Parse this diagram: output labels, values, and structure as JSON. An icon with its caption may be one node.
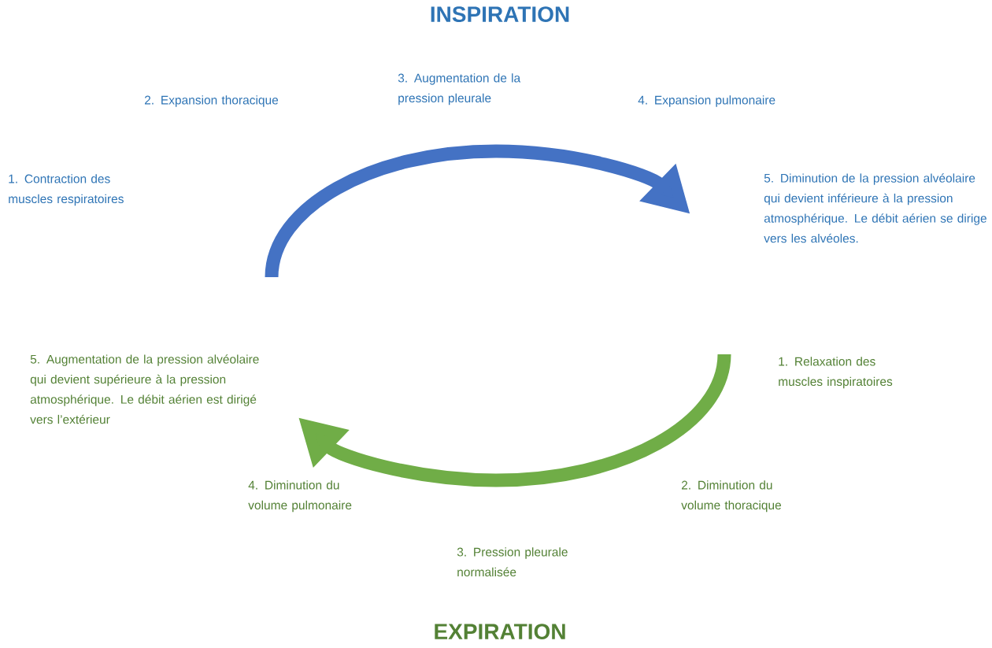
{
  "diagram": {
    "title": "INSPIRATION",
    "labels": [
      "3. Augmentation de la pression pleurale",
      "2. Expansion thoracique",
      "4. Expansion pulmonaire",
      "1. Contraction des muscles respiratoires",
      "5. Diminution de la pression alvéolaire qui devient inférieure à la pression atmosphérique. Le débit aérien se dirige vers les alvéoles.",
      "5. Augmentation de la pression alvéolaire qui devient supérieure à la pression atmosphérique. Le débit aérien est dirigé vers l’extérieur",
      "1. Relaxation des muscles inspiratoires",
      "4. Diminution du volume pulmonaire",
      "2. Diminution du volume thoracique",
      "3. Pression pleurale normalisée",
      "EXPIRATION"
    ]
  }
}
